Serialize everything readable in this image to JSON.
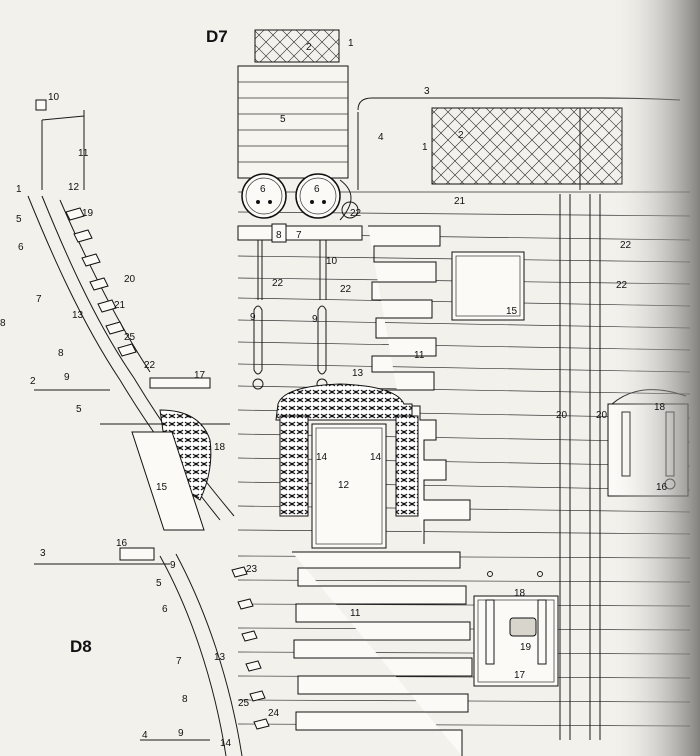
{
  "figure_labels": {
    "d7": "D7",
    "d8": "D8"
  },
  "callouts": {
    "left_top": [
      "10",
      "11",
      "12",
      "19",
      "1",
      "5",
      "6",
      "20",
      "7",
      "21",
      "13",
      "25",
      "8",
      "22",
      "9",
      "2",
      "17",
      "5",
      "18",
      "15"
    ],
    "left_bottom": [
      "16",
      "3",
      "9",
      "23",
      "5",
      "6",
      "13",
      "7",
      "8",
      "25",
      "24",
      "9",
      "4",
      "14"
    ],
    "d7_top": [
      "2",
      "1",
      "3",
      "5",
      "4",
      "2",
      "1",
      "21",
      "6",
      "6",
      "22",
      "8",
      "7",
      "10",
      "22",
      "22",
      "22",
      "15",
      "9",
      "9",
      "11",
      "13"
    ],
    "d7_mid": [
      "14",
      "14",
      "12",
      "20",
      "20",
      "18",
      "16",
      "11",
      "18",
      "19",
      "17"
    ],
    "edge": [
      "8"
    ]
  }
}
